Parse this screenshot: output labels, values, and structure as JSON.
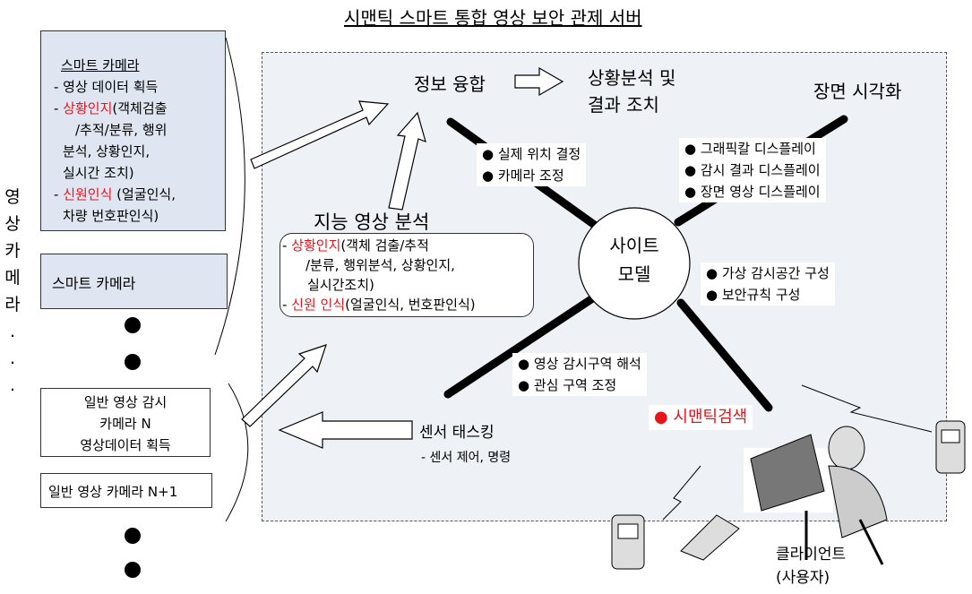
{
  "title": "시맨틱 스마트 통합 영상 보안 관제 서버",
  "left": {
    "vertical_label": [
      "영",
      "상",
      "카",
      "메",
      "라",
      ".",
      ".",
      "."
    ],
    "smart_camera_1": {
      "title": "스마트 카메라",
      "line1": "- 영상 데이터 획득",
      "line2_prefix": "- ",
      "line2_red": "상황인지",
      "line2_rest": "(객체검출",
      "line3": "/추적/분류, 행위",
      "line4": "분석,  상황인지,",
      "line5": "실시간 조치)",
      "line6_prefix": "- ",
      "line6_red": "신원인식",
      "line6_rest": " (얼굴인식,",
      "line7": "차량 번호판인식)"
    },
    "smart_camera_2": "스마트 카메라",
    "general_camera_n": [
      "일반 영상 감시",
      "카메라 N",
      "영상데이터 획득"
    ],
    "general_camera_n1": "일반 영상 카메라 N+1"
  },
  "server": {
    "info_fusion": "정보 융합",
    "situation": [
      "상황분석 및",
      "결과 조치"
    ],
    "scene_vis": "장면 시각화",
    "vision_title": "지능 영상 분석",
    "vision": {
      "l1_prefix": "- ",
      "l1_red": "상황인지",
      "l1_rest": "(객체 검출/추적",
      "l2": "/분류,  행위분석, 상황인지,",
      "l3": "실시간조치)",
      "l4_prefix": "- ",
      "l4_red": "신원 인식",
      "l4_rest": "(얼굴인식, 번호판인식)"
    },
    "site_model": [
      "사이트",
      "모델"
    ],
    "fusion_items": [
      "● 실제 위치 결정",
      "● 카메라 조정"
    ],
    "vis_items": [
      "● 그래픽칼 디스플레이",
      "● 감시 결과 디스플레이",
      "● 장면 영상 디스플레이"
    ],
    "model_items": [
      "● 가상 감시공간 구성",
      "● 보안규칙 구성"
    ],
    "zone_items": [
      "● 영상 감시구역 해석",
      "● 관심 구역 조정"
    ],
    "semantic_search": "● 시맨틱검색",
    "sensor_title": "센서 태스킹",
    "sensor_sub": "- 센서 제어, 명령"
  },
  "client": [
    "클라이언트",
    "(사용자)"
  ]
}
